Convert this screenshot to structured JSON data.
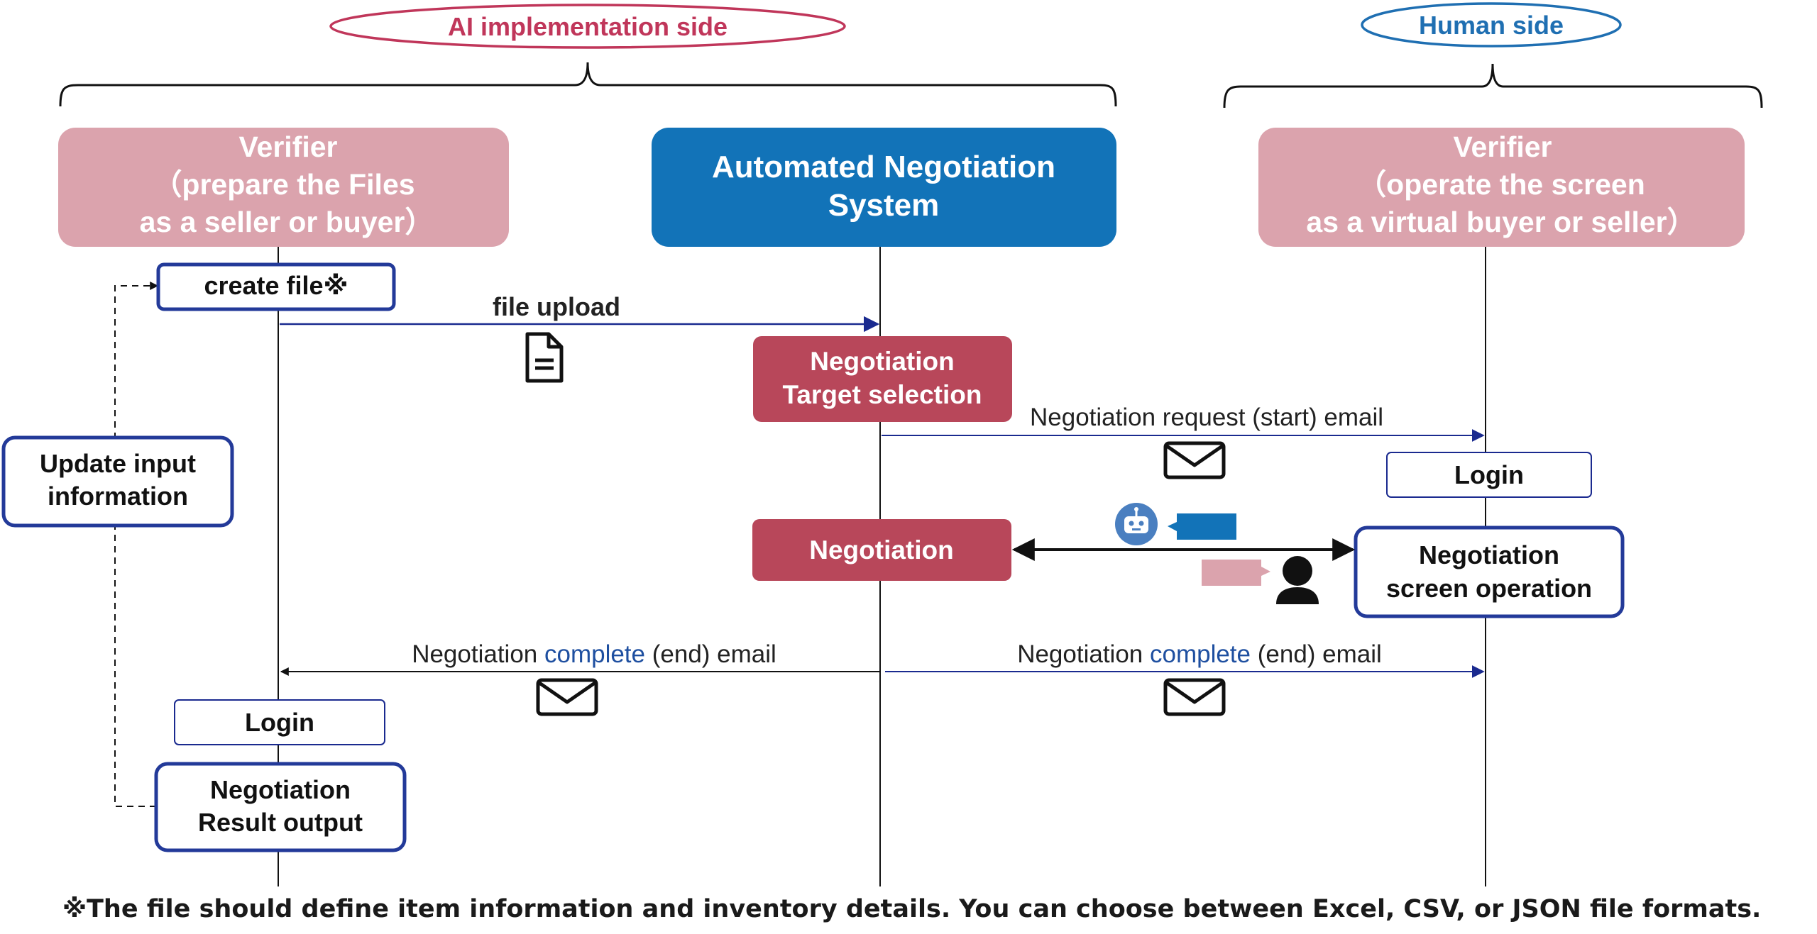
{
  "groups": {
    "ai_side": "AI implementation side",
    "human_side": "Human side"
  },
  "lanes": {
    "verifier_left": [
      "Verifier",
      "（prepare the Files",
      "as a seller or buyer）"
    ],
    "system": [
      "Automated Negotiation",
      "System"
    ],
    "verifier_right": [
      "Verifier",
      "（operate the screen",
      "as a virtual buyer or seller）"
    ]
  },
  "steps": {
    "create_file": "create file※",
    "update_input": [
      "Update input",
      "information"
    ],
    "target_selection": [
      "Negotiation",
      "Target selection"
    ],
    "negotiation": "Negotiation",
    "login_right": "Login",
    "screen_operation": [
      "Negotiation",
      "screen operation"
    ],
    "login_left": "Login",
    "result_output": [
      "Negotiation",
      "Result output"
    ]
  },
  "messages": {
    "file_upload": "file upload",
    "request_email": "Negotiation request (start) email",
    "complete_email_prefix": "Negotiation ",
    "complete_email_keyword": "complete",
    "complete_email_suffix": " (end) email"
  },
  "footnote": "※The file should define item information and inventory details. You can choose between Excel, CSV, or JSON file formats.",
  "icons": [
    "document-icon",
    "envelope-icon",
    "robot-icon",
    "person-icon",
    "speech-bubble-icon"
  ],
  "colors": {
    "ai_group": "#c0365a",
    "human_group": "#1f6fb2",
    "lane_pink": "#dba3ad",
    "system_blue": "#1273b8",
    "process_red": "#b8475a",
    "step_border": "#233a99",
    "arrow_navy": "#1a2a8f",
    "keyword_blue": "#1e4fa0"
  }
}
